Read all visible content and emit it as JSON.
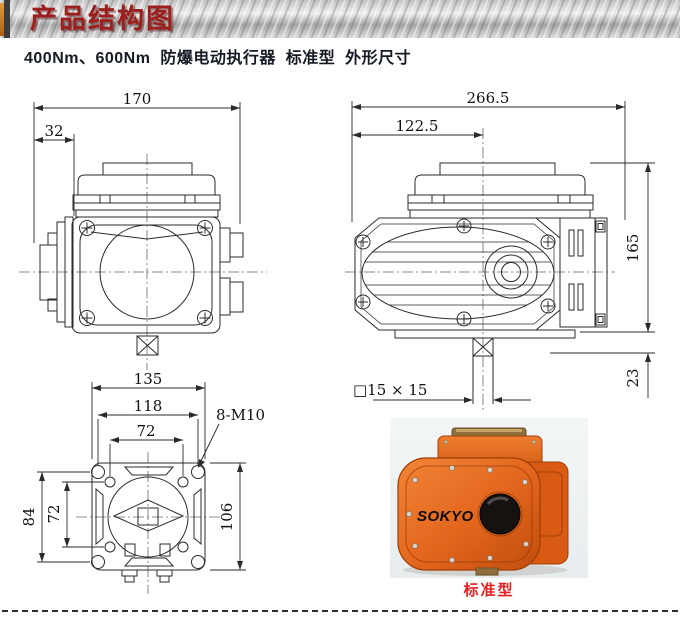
{
  "header": {
    "title": "产品结构图",
    "accent_color": "#cf7b28",
    "title_color": "#9c1f1d"
  },
  "subtitle": "400Nm、600Nm  防爆电动执行器  标准型  外形尺寸",
  "drawings": {
    "front_view": {
      "dim_total_width": "170",
      "dim_side_offset": "32"
    },
    "side_view": {
      "dim_total_depth": "266.5",
      "dim_center_offset": "122.5",
      "dim_total_height": "165",
      "dim_shaft_length": "23",
      "dim_shaft_square": "□15 × 15"
    },
    "bottom_view": {
      "dim_flange_width": "135",
      "dim_outer_hole_span": "118",
      "dim_inner_hole_span": "72",
      "dim_thread_callout": "8-M10",
      "dim_outer_hole_span_v": "84",
      "dim_inner_hole_span_v": "72",
      "dim_flange_height": "106"
    }
  },
  "photo": {
    "brand": "SOKYO",
    "caption": "标准型",
    "caption_color": "#e7211f",
    "body_color": "#e8641c"
  },
  "colors": {
    "line": "#2b2b2b"
  }
}
